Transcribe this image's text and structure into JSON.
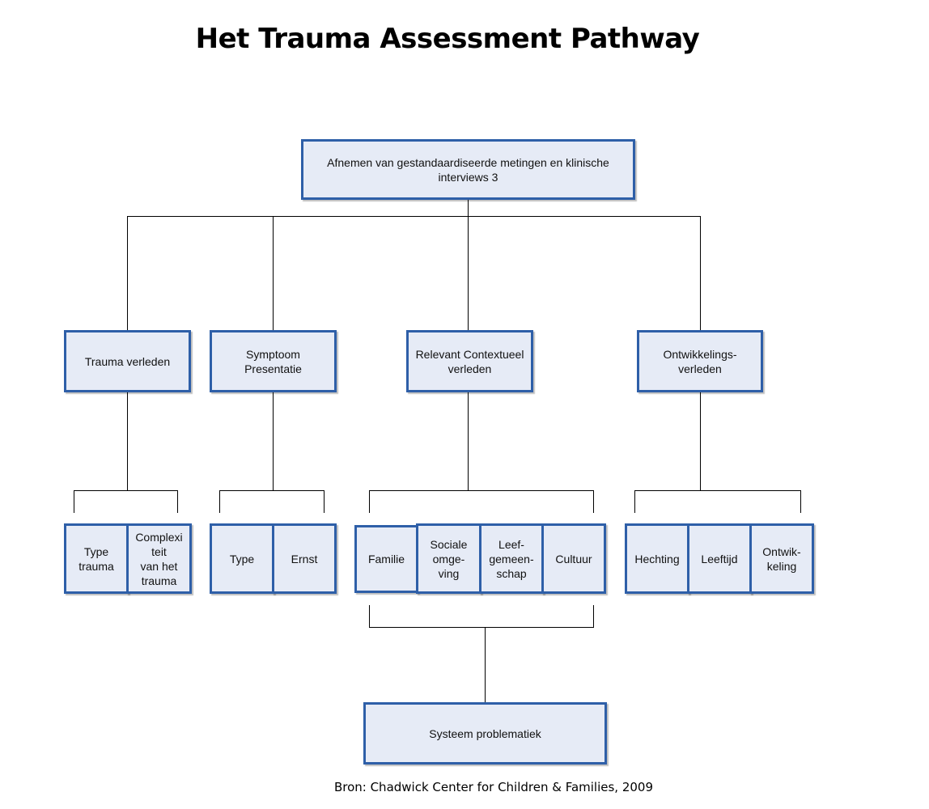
{
  "title": "Het Trauma Assessment Pathway",
  "source": "Bron: Chadwick Center for Children & Families, 2009",
  "root": "Afnemen van gestandaardiseerde metingen en klinische\ninterviews 3",
  "categories": {
    "trauma": "Trauma verleden",
    "symptoom": "Symptoom\nPresentatie",
    "context": "Relevant Contextueel\nverleden",
    "ontwikkeling": "Ontwikkelings-\nverleden"
  },
  "subitems": {
    "type_trauma": "Type\ntrauma",
    "complexiteit": "Complexi\nteit\nvan het\ntrauma",
    "type": "Type",
    "ernst": "Ernst",
    "familie": "Familie",
    "sociale": "Sociale\nomge-\nving",
    "leefgemeenschap": "Leef-\ngemeen-\nschap",
    "cultuur": "Cultuur",
    "hechting": "Hechting",
    "leeftijd": "Leeftijd",
    "ontwikkeling": "Ontwik-\nkeling"
  },
  "bottom": "Systeem problematiek"
}
